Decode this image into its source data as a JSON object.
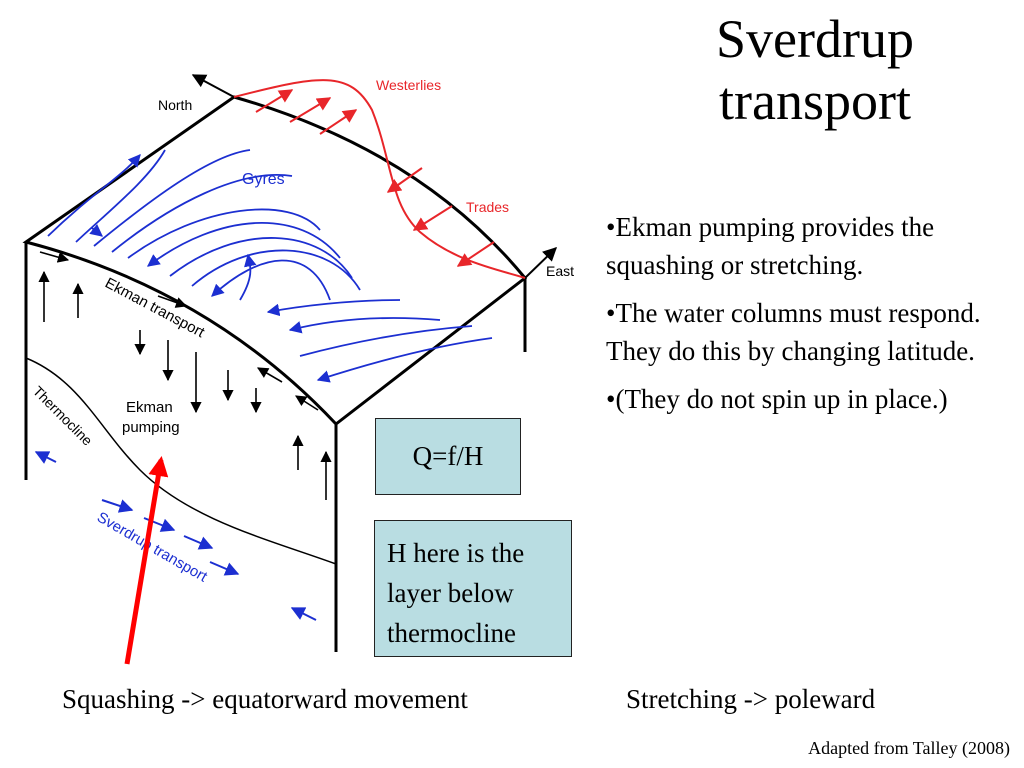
{
  "slide": {
    "title": "Sverdrup transport",
    "bullets": [
      "•Ekman pumping provides the squashing or stretching.",
      "•The water columns must respond.  They do this by changing latitude.",
      "•(They do not spin up in place.)"
    ],
    "equation_box": "Q=f/H",
    "note_box": "H here is the layer below thermocline",
    "caption_left": "Squashing -> equatorward movement",
    "caption_right": "Stretching -> poleward",
    "credit": "Adapted from Talley (2008)"
  },
  "diagram": {
    "labels": {
      "north": "North",
      "east": "East",
      "westerlies": "Westerlies",
      "trades": "Trades",
      "gyres": "Gyres",
      "ekman_transport": "Ekman transport",
      "ekman_pumping_line1": "Ekman",
      "ekman_pumping_line2": "pumping",
      "thermocline": "Thermocline",
      "sverdrup_transport": "Sverdrup transport"
    },
    "colors": {
      "wind": "#e8262a",
      "flow": "#1c2fd1",
      "outline": "#000000",
      "highlight_arrow": "#ff0000",
      "box_fill": "#b9dde2"
    }
  }
}
